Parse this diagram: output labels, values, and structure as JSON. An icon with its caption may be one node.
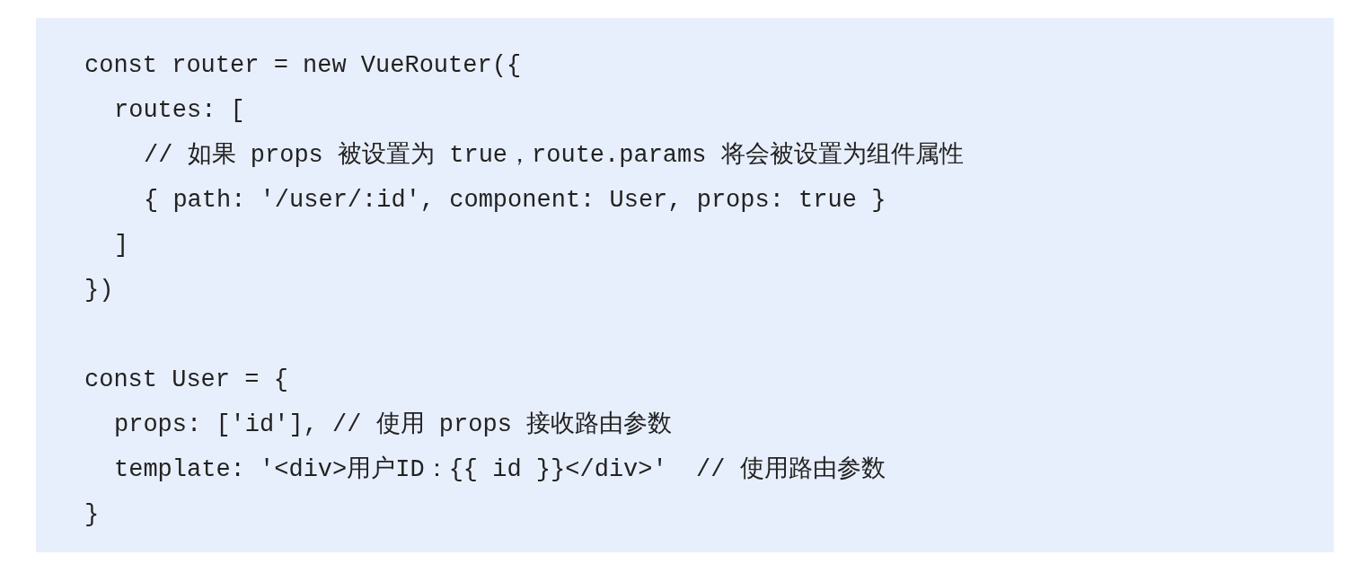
{
  "diagram": {
    "labels": [
      "const router = new VueRouter({",
      "routes: [",
      "// 如果 props 被设置为 true，route.params 将会被设置为组件属性",
      "{ path: '/user/:id', component: User, props: true }",
      "]",
      "})",
      "const User = {",
      "props: ['id'], // 使用 props 接收路由参数",
      "template: '<div>用户ID：{{ id }}</div>'  // 使用路由参数",
      "}"
    ]
  }
}
